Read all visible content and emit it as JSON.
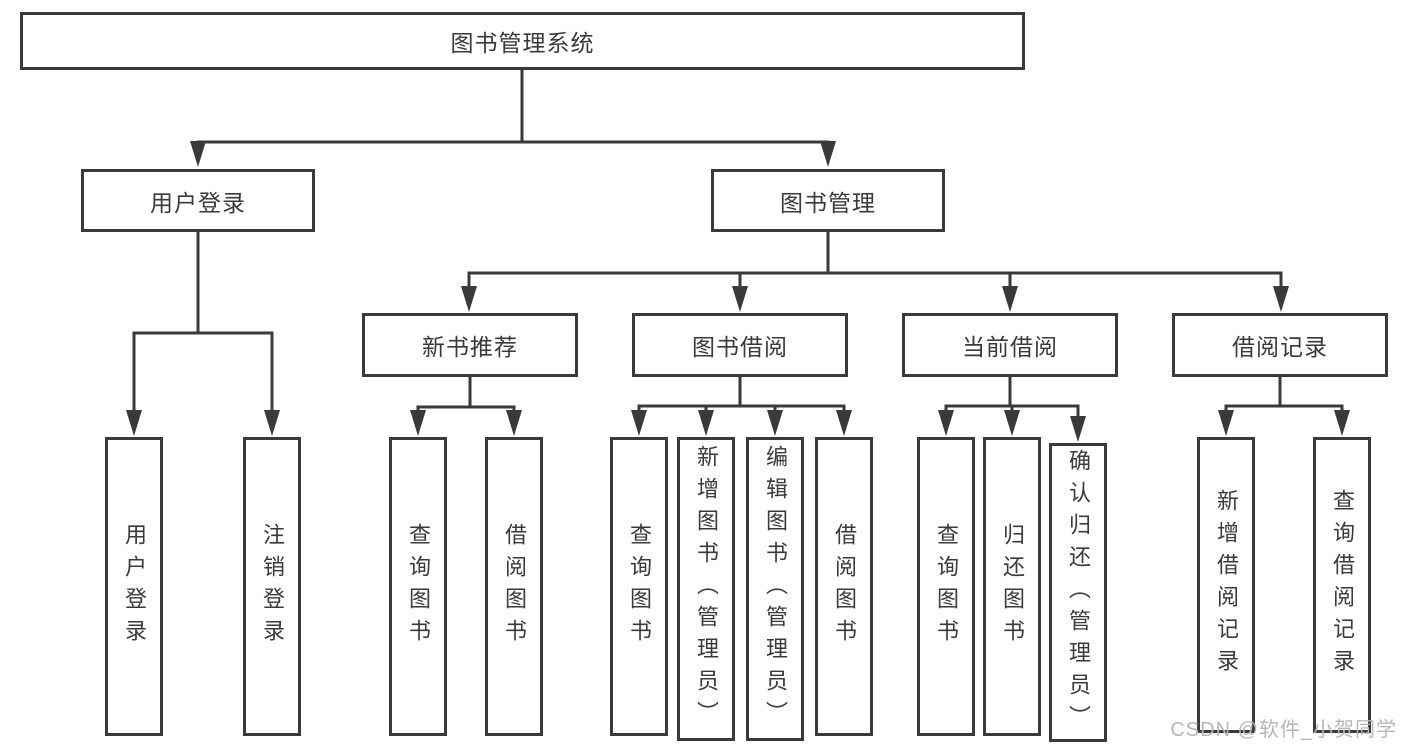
{
  "colors": {
    "line": "#3a3a3a",
    "text": "#3a3a3a",
    "box_background": "#ffffff",
    "page_background": "#ffffff",
    "watermark_text": "#b4b8bc"
  },
  "watermark": "CSDN @软件_小贺同学",
  "tree": {
    "root": {
      "label": "图书管理系统"
    },
    "branches": [
      {
        "label": "用户登录",
        "children": [
          {
            "label": "用户登录"
          },
          {
            "label": "注销登录"
          }
        ]
      },
      {
        "label": "图书管理",
        "children": [
          {
            "label": "新书推荐",
            "children": [
              {
                "label": "查询图书"
              },
              {
                "label": "借阅图书"
              }
            ]
          },
          {
            "label": "图书借阅",
            "children": [
              {
                "label": "查询图书"
              },
              {
                "label": "新增图书（管理员）"
              },
              {
                "label": "编辑图书（管理员）"
              },
              {
                "label": "借阅图书"
              }
            ]
          },
          {
            "label": "当前借阅",
            "children": [
              {
                "label": "查询图书"
              },
              {
                "label": "归还图书"
              },
              {
                "label": "确认归还（管理员）"
              }
            ]
          },
          {
            "label": "借阅记录",
            "children": [
              {
                "label": "新增借阅记录"
              },
              {
                "label": "查询借阅记录"
              }
            ]
          }
        ]
      }
    ]
  }
}
